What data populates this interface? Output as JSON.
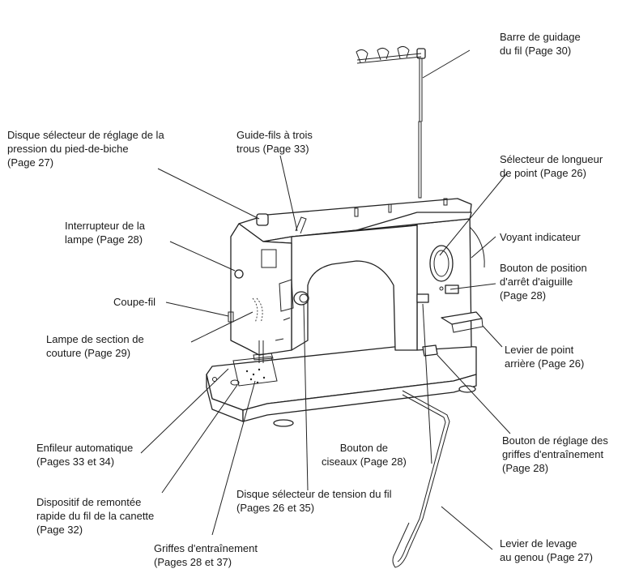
{
  "labels": {
    "thread_guide_bar": [
      "Barre de guidage",
      "du fil (Page 30)"
    ],
    "presser_foot_dial": [
      "Disque sélecteur de réglage de la",
      "pression du pied-de-biche",
      "(Page 27)"
    ],
    "three_hole_guide": [
      "Guide-fils à trois",
      "trous (Page 33)"
    ],
    "stitch_length": [
      "Sélecteur de longueur",
      "de point (Page 26)"
    ],
    "lamp_switch": [
      "Interrupteur de la",
      "lampe (Page 28)"
    ],
    "indicator_light": [
      "Voyant indicateur"
    ],
    "needle_stop": [
      "Bouton de position",
      "d'arrêt d'aiguille",
      "(Page 28)"
    ],
    "thread_cutter": [
      "Coupe-fil"
    ],
    "sewing_lamp": [
      "Lampe de section de",
      "couture (Page 29)"
    ],
    "reverse_lever": [
      "Levier de point",
      "arrière (Page 26)"
    ],
    "auto_threader": [
      "Enfileur automatique",
      "(Pages 33 et 34)"
    ],
    "scissors_button": [
      "Bouton de",
      "ciseaux (Page 28)"
    ],
    "feed_dog_button": [
      "Bouton de réglage des",
      "griffes d'entraînement",
      "(Page 28)"
    ],
    "bobbin_winder": [
      "Dispositif de remontée",
      "rapide du fil de la canette",
      "(Page 32)"
    ],
    "tension_dial": [
      "Disque sélecteur de tension du fil",
      "(Pages 26 et 35)"
    ],
    "feed_dogs": [
      "Griffes d'entraînement",
      "(Pages 28 et 37)"
    ],
    "knee_lifter": [
      "Levier de levage",
      "au genou (Page 27)"
    ]
  }
}
